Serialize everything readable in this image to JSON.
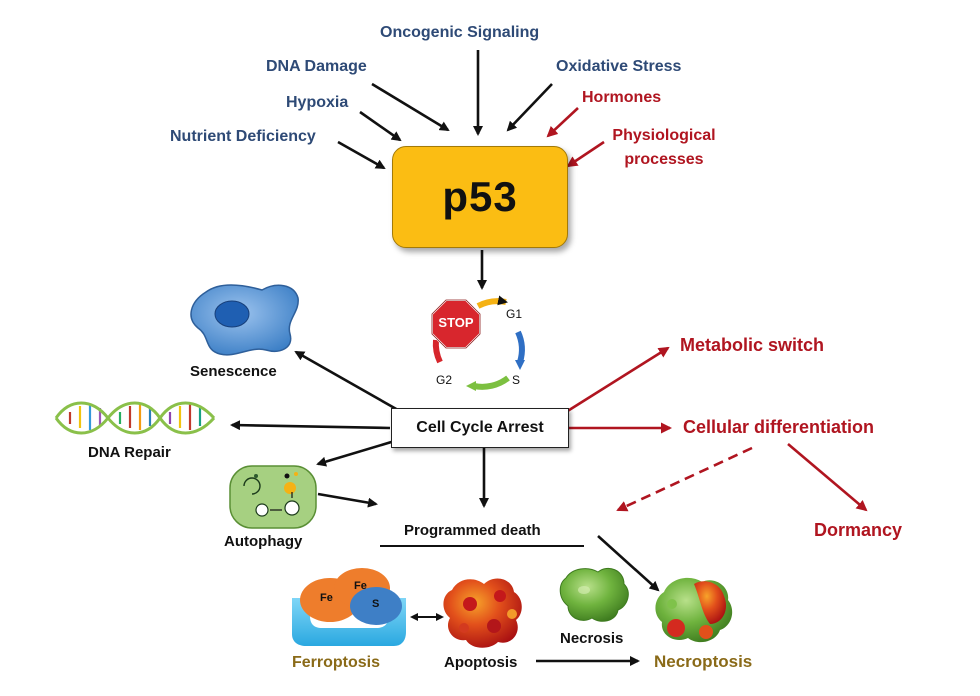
{
  "center": {
    "title": "p53"
  },
  "stressors": {
    "oncogenic": "Oncogenic Signaling",
    "dna_damage": "DNA Damage",
    "oxidative": "Oxidative Stress",
    "hypoxia": "Hypoxia",
    "nutrient": "Nutrient Deficiency",
    "hormones": "Hormones",
    "physiological_line1": "Physiological",
    "physiological_line2": "processes"
  },
  "cell_cycle": {
    "stop_sign": "STOP",
    "phase_g1": "G1",
    "phase_s": "S",
    "phase_g2": "G2",
    "arrest_label": "Cell Cycle Arrest"
  },
  "outcomes": {
    "senescence": "Senescence",
    "dna_repair": "DNA Repair",
    "autophagy": "Autophagy",
    "programmed_death": "Programmed death",
    "metabolic_switch": "Metabolic switch",
    "cellular_differentiation": "Cellular differentiation",
    "dormancy": "Dormancy"
  },
  "death_types": {
    "ferroptosis": "Ferroptosis",
    "apoptosis": "Apoptosis",
    "necrosis": "Necrosis",
    "necroptosis": "Necroptosis",
    "fe_label_1": "Fe",
    "fe_label_2": "Fe",
    "s_label": "S"
  },
  "colors": {
    "stressor_blue": "#2e4a76",
    "accent_red": "#b01520",
    "p53_yellow": "#fbbd13",
    "ferroptosis_gold": "#8a6a18"
  }
}
